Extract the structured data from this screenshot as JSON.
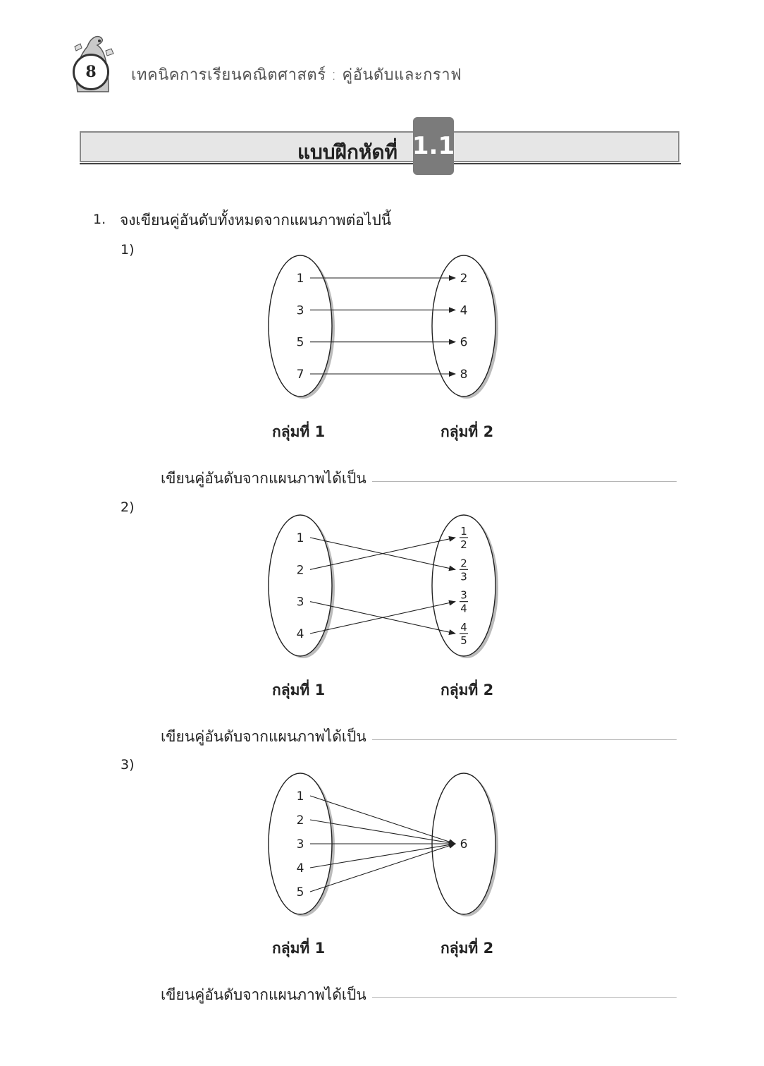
{
  "header": {
    "page_number": "8",
    "book_title": "เทคนิคการเรียนคณิตศาสตร์ : คู่อันดับและกราฟ"
  },
  "banner": {
    "title": "แบบฝึกหัดที่",
    "number": "1.1"
  },
  "question": {
    "number": "1.",
    "text": "จงเขียนคู่อันดับทั้งหมดจากแผนภาพต่อไปนี้"
  },
  "group1_label": "กลุ่มที่ 1",
  "group2_label": "กลุ่มที่ 2",
  "answer_prompt": "เขียนคู่อันดับจากแผนภาพได้เป็น",
  "items": [
    {
      "label": "1)",
      "left": [
        "1",
        "3",
        "5",
        "7"
      ],
      "right": [
        "2",
        "4",
        "6",
        "8"
      ],
      "mapping": [
        [
          0,
          0
        ],
        [
          1,
          1
        ],
        [
          2,
          2
        ],
        [
          3,
          3
        ]
      ]
    },
    {
      "label": "2)",
      "left": [
        "1",
        "2",
        "3",
        "4"
      ],
      "right": [
        [
          "1",
          "2"
        ],
        [
          "2",
          "3"
        ],
        [
          "3",
          "4"
        ],
        [
          "4",
          "5"
        ]
      ],
      "mapping": [
        [
          0,
          1
        ],
        [
          1,
          0
        ],
        [
          2,
          3
        ],
        [
          3,
          2
        ]
      ]
    },
    {
      "label": "3)",
      "left": [
        "1",
        "2",
        "3",
        "4",
        "5"
      ],
      "right": [
        "6"
      ],
      "mapping": [
        [
          0,
          0
        ],
        [
          1,
          0
        ],
        [
          2,
          0
        ],
        [
          3,
          0
        ],
        [
          4,
          0
        ]
      ]
    }
  ],
  "colors": {
    "banner_bg": "#e6e6e6",
    "badge_bg": "#7b7b7b"
  }
}
